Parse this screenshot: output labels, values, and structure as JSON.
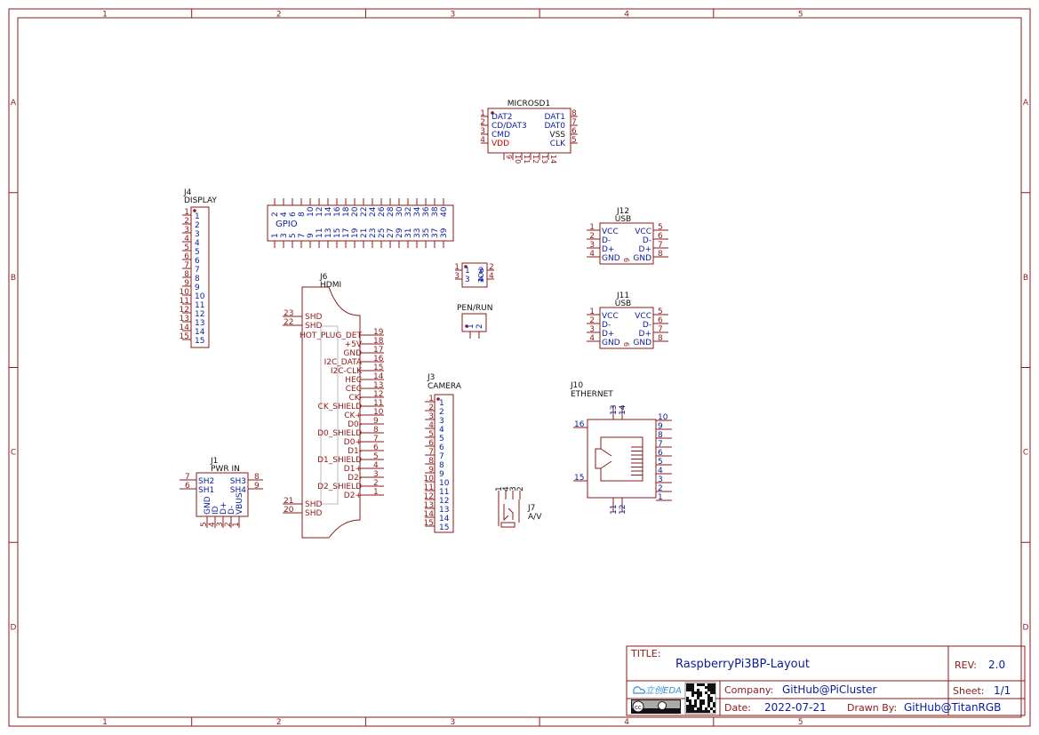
{
  "colors": {
    "frame": "#8b1a1a",
    "pin_name": "#0b1b9c",
    "pin_num": "#8b1a1a",
    "power_pin": "#cc0000",
    "label": "#0b1b9c"
  },
  "frame": {
    "cols": [
      "1",
      "2",
      "3",
      "4",
      "5"
    ],
    "rows": [
      "A",
      "B",
      "C",
      "D"
    ]
  },
  "title_block": {
    "title_label": "TITLE:",
    "title": "RaspberryPi3BP-Layout",
    "rev_label": "REV:",
    "rev": "2.0",
    "company_label": "Company:",
    "company": "GitHub@PiCluster",
    "sheet_label": "Sheet:",
    "sheet": "1/1",
    "date_label": "Date:",
    "date": "2022-07-21",
    "drawn_label": "Drawn By:",
    "drawn": "GitHub@TitanRGB",
    "logo_text": "立创EDA",
    "cc_text": "cc"
  },
  "microsd": {
    "ref": "MICROSD1",
    "left": [
      {
        "n": "1",
        "name": "DAT2"
      },
      {
        "n": "2",
        "name": "CD/DAT3"
      },
      {
        "n": "3",
        "name": "CMD"
      },
      {
        "n": "4",
        "name": "VDD",
        "power": true
      }
    ],
    "right": [
      {
        "n": "8",
        "name": "DAT1"
      },
      {
        "n": "7",
        "name": "DAT0"
      },
      {
        "n": "6",
        "name": "VSS"
      },
      {
        "n": "5",
        "name": "CLK"
      }
    ],
    "bottom": [
      "9",
      "10",
      "11",
      "12",
      "13",
      "14"
    ]
  },
  "display": {
    "ref": "J4",
    "value": "DISPLAY",
    "pins": [
      "1",
      "2",
      "3",
      "4",
      "5",
      "6",
      "7",
      "8",
      "9",
      "10",
      "11",
      "12",
      "13",
      "14",
      "15"
    ]
  },
  "gpio": {
    "label": "GPIO",
    "top": [
      "2",
      "4",
      "6",
      "8",
      "10",
      "12",
      "14",
      "16",
      "18",
      "20",
      "22",
      "24",
      "26",
      "28",
      "30",
      "32",
      "34",
      "36",
      "38",
      "40"
    ],
    "bottom": [
      "1",
      "3",
      "5",
      "7",
      "9",
      "11",
      "13",
      "15",
      "17",
      "19",
      "21",
      "23",
      "25",
      "27",
      "29",
      "31",
      "33",
      "35",
      "37",
      "39"
    ]
  },
  "usb12": {
    "ref": "J12",
    "value": "USB",
    "left": [
      {
        "n": "1",
        "name": "VCC"
      },
      {
        "n": "2",
        "name": "D-"
      },
      {
        "n": "3",
        "name": "D+"
      },
      {
        "n": "4",
        "name": "GND"
      }
    ],
    "right": [
      {
        "n": "5",
        "name": "VCC"
      },
      {
        "n": "6",
        "name": "D-"
      },
      {
        "n": "7",
        "name": "D+"
      },
      {
        "n": "8",
        "name": "GND"
      }
    ],
    "bottom": "9"
  },
  "usb11": {
    "ref": "J11",
    "value": "USB",
    "left": [
      {
        "n": "1",
        "name": "VCC"
      },
      {
        "n": "2",
        "name": "D-"
      },
      {
        "n": "3",
        "name": "D+"
      },
      {
        "n": "4",
        "name": "GND"
      }
    ],
    "right": [
      {
        "n": "5",
        "name": "VCC"
      },
      {
        "n": "6",
        "name": "D-"
      },
      {
        "n": "7",
        "name": "D+"
      },
      {
        "n": "8",
        "name": "GND"
      }
    ],
    "bottom": "9"
  },
  "poe": {
    "label": "POE",
    "left": [
      "1",
      "3"
    ],
    "right": [
      "2",
      "4"
    ],
    "inner_left": [
      "1",
      "3"
    ],
    "inner_right": [
      "2",
      "4"
    ]
  },
  "penrun": {
    "label": "PEN/RUN",
    "pins": [
      "1",
      "2"
    ]
  },
  "hdmi": {
    "ref": "J6",
    "value": "HDMI",
    "left_top": [
      {
        "n": "23",
        "name": "SHD"
      },
      {
        "n": "22",
        "name": "SHD"
      }
    ],
    "left_bottom": [
      {
        "n": "21",
        "name": "SHD"
      },
      {
        "n": "20",
        "name": "SHD"
      }
    ],
    "right": [
      {
        "n": "19",
        "name": "HOT_PLUG_DET"
      },
      {
        "n": "18",
        "name": "+5V"
      },
      {
        "n": "17",
        "name": "GND"
      },
      {
        "n": "16",
        "name": "I2C_DATA"
      },
      {
        "n": "15",
        "name": "I2C-CLK"
      },
      {
        "n": "14",
        "name": "HEC"
      },
      {
        "n": "13",
        "name": "CEC"
      },
      {
        "n": "12",
        "name": "CK-"
      },
      {
        "n": "11",
        "name": "CK_SHIELD"
      },
      {
        "n": "10",
        "name": "CK+"
      },
      {
        "n": "9",
        "name": "D0-"
      },
      {
        "n": "8",
        "name": "D0_SHIELD"
      },
      {
        "n": "7",
        "name": "D0+"
      },
      {
        "n": "6",
        "name": "D1-"
      },
      {
        "n": "5",
        "name": "D1_SHIELD"
      },
      {
        "n": "4",
        "name": "D1+"
      },
      {
        "n": "3",
        "name": "D2-"
      },
      {
        "n": "2",
        "name": "D2_SHIELD"
      },
      {
        "n": "1",
        "name": "D2+"
      }
    ]
  },
  "camera": {
    "ref": "J3",
    "value": "CAMERA",
    "pins": [
      "1",
      "2",
      "3",
      "4",
      "5",
      "6",
      "7",
      "8",
      "9",
      "10",
      "11",
      "12",
      "13",
      "14",
      "15"
    ]
  },
  "ethernet": {
    "ref": "J10",
    "value": "ETHERNET",
    "right": [
      "10",
      "9",
      "8",
      "7",
      "6",
      "5",
      "4",
      "3",
      "2",
      "1"
    ],
    "left": [
      "16",
      "15"
    ],
    "top": [
      "13",
      "14"
    ],
    "bottom": [
      "11",
      "12"
    ]
  },
  "av": {
    "ref": "J7",
    "value": "A/V",
    "pins": [
      "1",
      "4",
      "3",
      "2"
    ]
  },
  "pwr": {
    "ref": "J1",
    "value": "PWR IN",
    "left": [
      {
        "n": "7",
        "name": "SH2"
      },
      {
        "n": "6",
        "name": "SH1"
      }
    ],
    "right": [
      {
        "n": "8",
        "name": "SH3"
      },
      {
        "n": "9",
        "name": "SH4"
      }
    ],
    "bottom": [
      {
        "n": "5",
        "name": "GND"
      },
      {
        "n": "4",
        "name": "ID"
      },
      {
        "n": "3",
        "name": "D+"
      },
      {
        "n": "2",
        "name": "D-"
      },
      {
        "n": "1",
        "name": "VBUS"
      }
    ]
  }
}
